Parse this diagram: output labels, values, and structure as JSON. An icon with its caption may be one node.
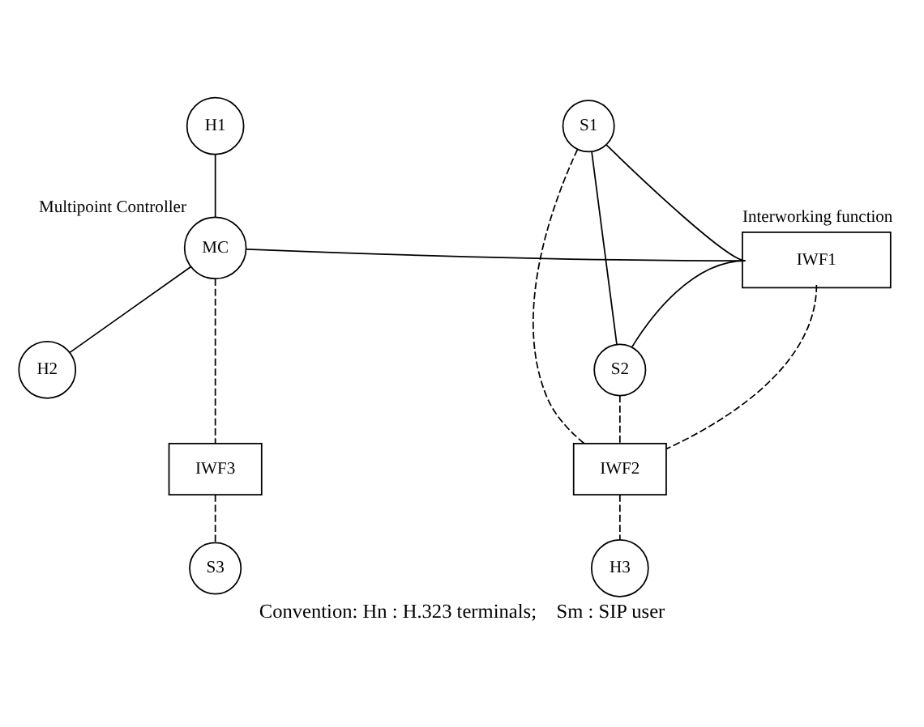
{
  "diagram": {
    "caption": "Convention: Hn : H.323 terminals;    Sm : SIP user",
    "nodes": [
      {
        "text": [
          "H1"
        ]
      },
      {
        "text": [
          "S1"
        ]
      },
      {
        "text": [
          "MC"
        ],
        "beside": [
          "Multipoint Controller"
        ]
      },
      {
        "text": [
          "IWF1"
        ],
        "beside": [
          "Interworking function"
        ]
      },
      {
        "text": [
          "H2"
        ]
      },
      {
        "text": [
          "S2"
        ]
      },
      {
        "text": [
          "IWF3"
        ]
      },
      {
        "text": [
          "IWF2"
        ]
      },
      {
        "text": [
          "S3"
        ]
      },
      {
        "text": [
          "H3"
        ]
      }
    ],
    "edges": [
      {
        "from": 0,
        "to": 2,
        "arrow": "none"
      },
      {
        "from": 4,
        "to": 2,
        "arrow": "none"
      },
      {
        "from": 2,
        "to": 3,
        "arrow": "none"
      },
      {
        "from": 3,
        "to": 1,
        "arrow": "none"
      },
      {
        "from": 3,
        "to": 5,
        "arrow": "none"
      },
      {
        "from": 1,
        "to": 5,
        "arrow": "none"
      },
      {
        "from": 2,
        "to": 6,
        "arrow": "none",
        "style": "dashed"
      },
      {
        "from": 6,
        "to": 8,
        "arrow": "none",
        "style": "dashed"
      },
      {
        "from": 3,
        "to": 7,
        "arrow": "none",
        "style": "dashed"
      },
      {
        "from": 1,
        "to": 7,
        "arrow": "none",
        "style": "dashed"
      },
      {
        "from": 5,
        "to": 7,
        "arrow": "none",
        "style": "dashed"
      },
      {
        "from": 7,
        "to": 9,
        "arrow": "none",
        "style": "dashed"
      }
    ]
  }
}
